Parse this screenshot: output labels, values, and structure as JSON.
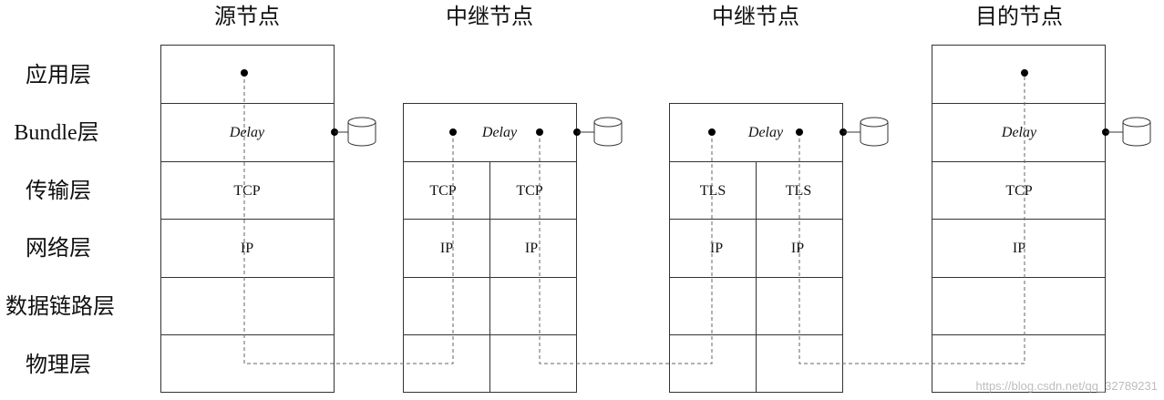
{
  "node_titles": [
    "源节点",
    "中继节点",
    "中继节点",
    "目的节点"
  ],
  "layers": [
    "应用层",
    "Bundle层",
    "传输层",
    "网络层",
    "数据链路层",
    "物理层"
  ],
  "delay_label": "Delay",
  "transport": {
    "source": "TCP",
    "relay1": [
      "TCP",
      "TCP"
    ],
    "relay2": [
      "TLS",
      "TLS"
    ],
    "dest": "TCP"
  },
  "network": {
    "source": "IP",
    "relay1": [
      "IP",
      "IP"
    ],
    "relay2": [
      "IP",
      "IP"
    ],
    "dest": "IP"
  },
  "watermark": "https://blog.csdn.net/qq_32789231"
}
